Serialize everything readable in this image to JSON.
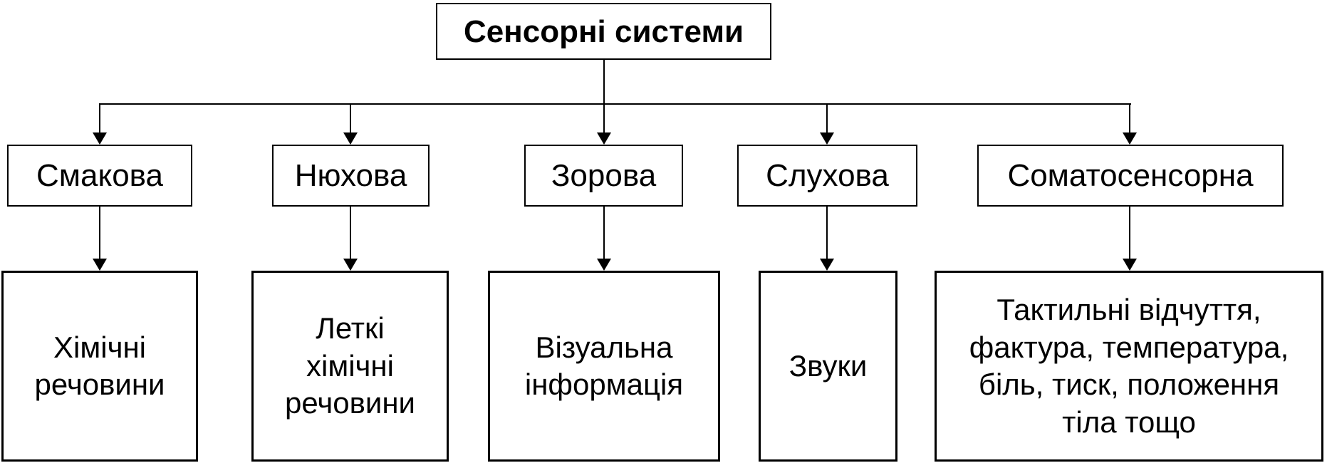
{
  "diagram": {
    "title": "Сенсорні системи",
    "columns": [
      {
        "system": "Смакова",
        "stimulus": "Хімічні\nречовини"
      },
      {
        "system": "Нюхова",
        "stimulus": "Леткі\nхімічні\nречовини"
      },
      {
        "system": "Зорова",
        "stimulus": "Візуальна\nінформація"
      },
      {
        "system": "Слухова",
        "stimulus": "Звуки"
      },
      {
        "system": "Соматосенсорна",
        "stimulus": "Тактильні відчуття,\nфактура, температура,\nбіль, тиск, положення\nтіла тощо"
      }
    ],
    "colors": {
      "line": "#000000",
      "text": "#000000",
      "background": "#ffffff",
      "node_fill": "#ffffff"
    }
  }
}
